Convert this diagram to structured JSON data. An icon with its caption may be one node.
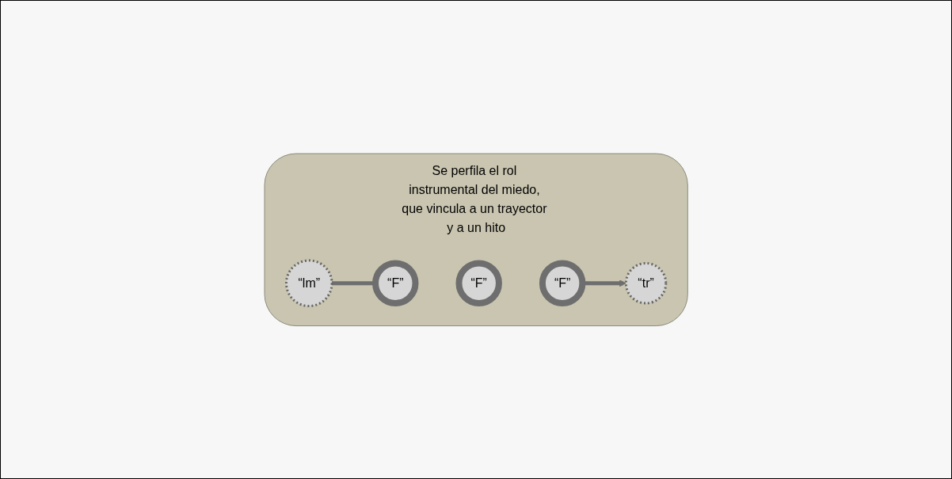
{
  "diagram": {
    "nodes": [
      {
        "text": [
          "Se perfila el rol instrumental del miedo, que vincula a un trayector y a un hito"
        ]
      },
      {
        "text": [
          "“lm”"
        ],
        "in": 0
      },
      {
        "text": [
          "“F”"
        ],
        "in": 0
      },
      {
        "text": [
          "“F”"
        ],
        "in": 0
      },
      {
        "text": [
          "“F”"
        ],
        "in": 0
      },
      {
        "text": [
          "“tr”"
        ],
        "in": 0
      }
    ],
    "edges": [
      {
        "from": 1,
        "to": 2,
        "arrow": "none"
      },
      {
        "from": 4,
        "to": 5,
        "arrow": "to"
      }
    ]
  }
}
